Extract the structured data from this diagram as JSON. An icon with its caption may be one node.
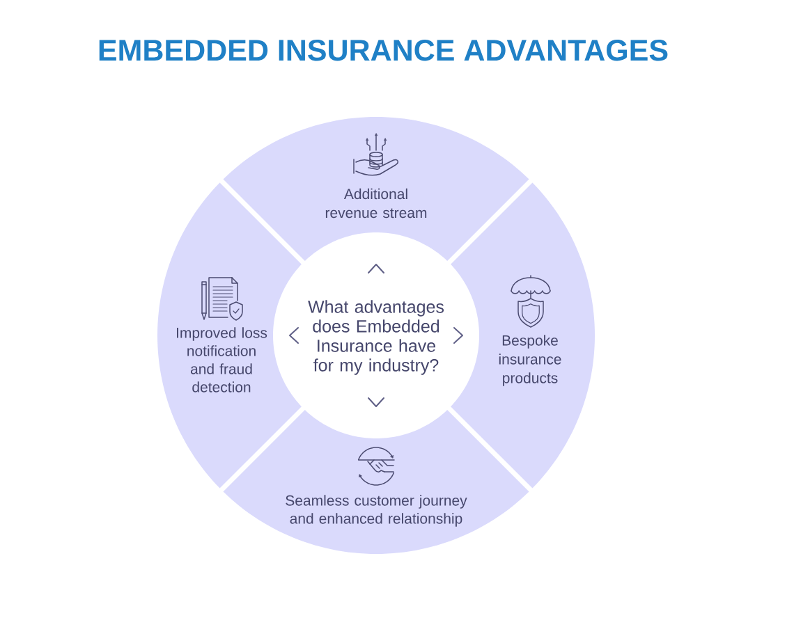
{
  "diagram": {
    "title": "EMBEDDED INSURANCE ADVANTAGES",
    "nodes": [
      {
        "text": [
          "Additional revenue stream"
        ]
      },
      {
        "text": [
          "Improved loss notification and fraud detection"
        ]
      },
      {
        "text": [
          "What advantages does Embedded Insurance have for my industry?"
        ]
      },
      {
        "text": [
          "Bespoke insurance products"
        ]
      },
      {
        "text": [
          "Seamless customer journey and enhanced relationship"
        ]
      }
    ],
    "edges": [
      {
        "from": 2,
        "to": 0,
        "arrow": "to"
      },
      {
        "from": 2,
        "to": 1,
        "arrow": "to"
      },
      {
        "from": 2,
        "to": 3,
        "arrow": "to"
      },
      {
        "from": 2,
        "to": 4,
        "arrow": "to"
      }
    ]
  }
}
